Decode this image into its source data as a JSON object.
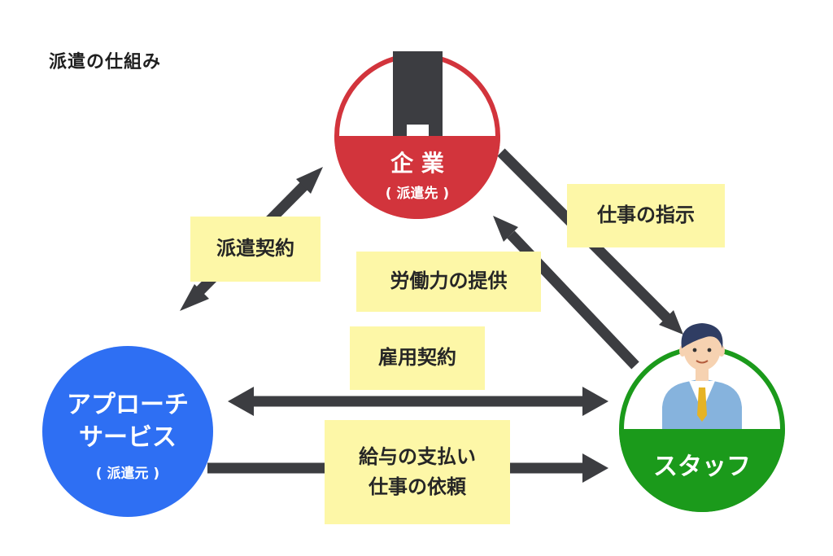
{
  "title": "派遣の仕組み",
  "colors": {
    "client": "#d2343c",
    "agency": "#2e6ff3",
    "staff": "#1b9a1b",
    "arrow": "#3c3d41",
    "label_bg": "#fdf7a7"
  },
  "nodes": {
    "client": {
      "name": "企 業",
      "role": "( 派遣先 )",
      "icon": "office-building-icon"
    },
    "agency": {
      "name_line1": "アプローチ",
      "name_line2": "サービス",
      "role": "( 派遣元 )"
    },
    "staff": {
      "name": "スタッフ",
      "icon": "businessman-icon"
    }
  },
  "labels": {
    "dispatch_contract": "派遣契約",
    "work_instruction": "仕事の指示",
    "labor_provision": "労働力の提供",
    "employment_contract": "雇用契約",
    "salary_line1": "給与の支払い",
    "salary_line2": "仕事の依頼"
  }
}
